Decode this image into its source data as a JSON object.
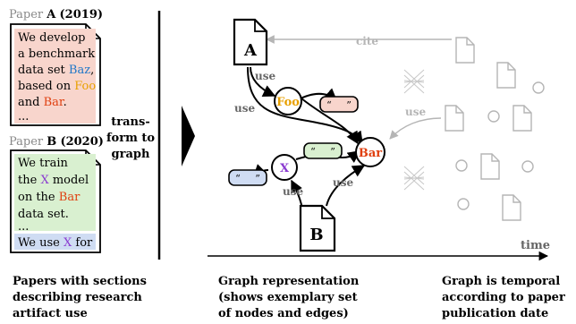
{
  "paper_a": {
    "prefix": "Paper",
    "letter": "A",
    "year": "(2019)",
    "lines": {
      "l1": "We develop",
      "l2": "a benchmark",
      "l3a": "data set ",
      "l3b": "Baz",
      "l3c": ",",
      "l4a": "based on ",
      "l4b": "Foo",
      "l5a": "and ",
      "l5b": "Bar",
      "l5c": ".",
      "l6": "..."
    }
  },
  "paper_b": {
    "prefix": "Paper",
    "letter": "B",
    "year": "(2020)",
    "lines": {
      "l1": "We train",
      "l2a": "the ",
      "l2b": "X",
      "l2c": " model",
      "l3a": "on the ",
      "l3b": "Bar",
      "l4": "data set.",
      "l5": "...",
      "l6a": "We use ",
      "l6b": "X",
      "l6c": " for"
    }
  },
  "transform_label": [
    "trans-",
    "form to",
    "graph"
  ],
  "graph": {
    "doc_a": "A",
    "doc_b": "B",
    "foo": "Foo",
    "bar": "Bar",
    "x": "X",
    "quote_open": "“",
    "quote_blank": "___",
    "quote_close": "”",
    "edge_use": "use",
    "edge_cite": "cite",
    "time": "time"
  },
  "captions": {
    "left": [
      "Papers with sections",
      "describing research",
      "artifact use"
    ],
    "middle": [
      "Graph representation",
      "(shows exemplary set",
      "of nodes and edges)"
    ],
    "right": [
      "Graph  is temporal",
      "according to paper",
      "publication date"
    ]
  },
  "colors": {
    "red_fill": "#f8d5cc",
    "green_fill": "#d9f0d0",
    "blue_fill": "#cfdcf3",
    "purple_fill": "#e2dcf2",
    "blue_text": "#1f77c8",
    "orange_text": "#e8a000",
    "red_text": "#e04010",
    "purple_text": "#8a3ad0",
    "gray": "#aaaaaa"
  }
}
